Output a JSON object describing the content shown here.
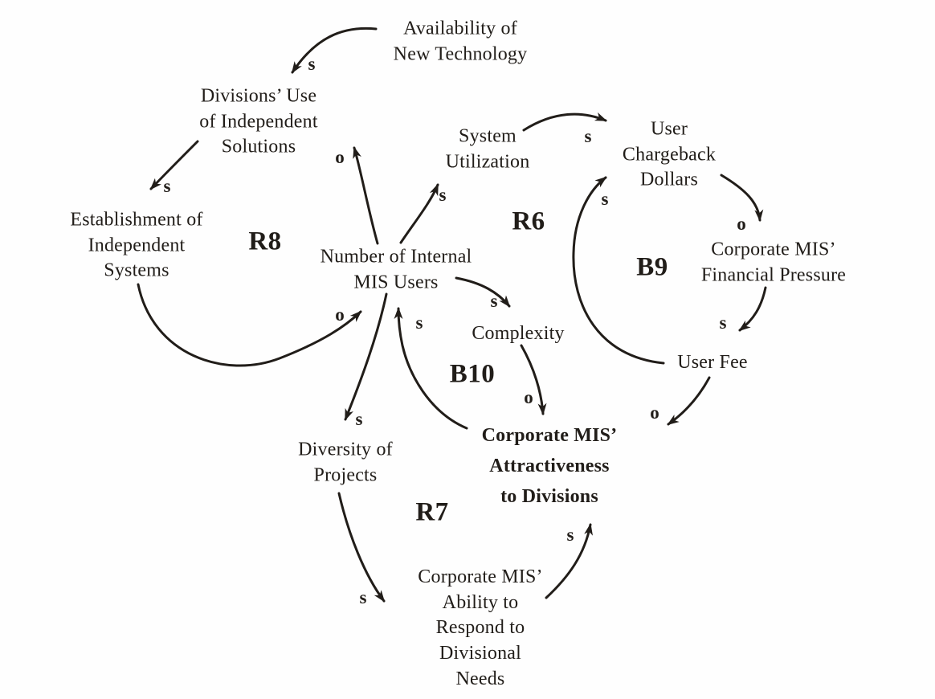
{
  "diagram": {
    "type": "causal-loop-diagram",
    "nodes": [
      {
        "id": "availability-of-new-technology",
        "label": "Availability of\nNew Technology"
      },
      {
        "id": "divisions-use-of-independent-solutions",
        "label": "Divisions’ Use\nof Independent\nSolutions"
      },
      {
        "id": "establishment-of-independent-systems",
        "label": "Establishment of\nIndependent\nSystems"
      },
      {
        "id": "number-of-internal-mis-users",
        "label": "Number of Internal\nMIS Users"
      },
      {
        "id": "system-utilization",
        "label": "System\nUtilization"
      },
      {
        "id": "user-chargeback-dollars",
        "label": "User\nChargeback\nDollars"
      },
      {
        "id": "corporate-mis-financial-pressure",
        "label": "Corporate MIS’\nFinancial Pressure"
      },
      {
        "id": "user-fee",
        "label": "User Fee"
      },
      {
        "id": "complexity",
        "label": "Complexity"
      },
      {
        "id": "corporate-mis-attractiveness-to-divisions",
        "label": "Corporate MIS’\nAttractiveness\nto Divisions"
      },
      {
        "id": "diversity-of-projects",
        "label": "Diversity of\nProjects"
      },
      {
        "id": "corporate-mis-ability-to-respond",
        "label": "Corporate MIS’\nAbility to\nRespond to\nDivisional\nNeeds"
      }
    ],
    "loops": [
      {
        "id": "R8",
        "label": "R8"
      },
      {
        "id": "R6",
        "label": "R6"
      },
      {
        "id": "B9",
        "label": "B9"
      },
      {
        "id": "B10",
        "label": "B10"
      },
      {
        "id": "R7",
        "label": "R7"
      }
    ],
    "links": [
      {
        "from": "availability-of-new-technology",
        "to": "divisions-use-of-independent-solutions",
        "polarity": "s"
      },
      {
        "from": "divisions-use-of-independent-solutions",
        "to": "establishment-of-independent-systems",
        "polarity": "s"
      },
      {
        "from": "establishment-of-independent-systems",
        "to": "number-of-internal-mis-users",
        "polarity": "o"
      },
      {
        "from": "number-of-internal-mis-users",
        "to": "divisions-use-of-independent-solutions",
        "polarity": "o"
      },
      {
        "from": "number-of-internal-mis-users",
        "to": "system-utilization",
        "polarity": "s"
      },
      {
        "from": "system-utilization",
        "to": "user-chargeback-dollars",
        "polarity": "s"
      },
      {
        "from": "user-chargeback-dollars",
        "to": "corporate-mis-financial-pressure",
        "polarity": "o"
      },
      {
        "from": "corporate-mis-financial-pressure",
        "to": "user-fee",
        "polarity": "s"
      },
      {
        "from": "user-fee",
        "to": "user-chargeback-dollars",
        "polarity": "s"
      },
      {
        "from": "user-fee",
        "to": "corporate-mis-attractiveness-to-divisions",
        "polarity": "o"
      },
      {
        "from": "number-of-internal-mis-users",
        "to": "complexity",
        "polarity": "s"
      },
      {
        "from": "complexity",
        "to": "corporate-mis-attractiveness-to-divisions",
        "polarity": "o"
      },
      {
        "from": "corporate-mis-attractiveness-to-divisions",
        "to": "number-of-internal-mis-users",
        "polarity": "s"
      },
      {
        "from": "number-of-internal-mis-users",
        "to": "diversity-of-projects",
        "polarity": "s"
      },
      {
        "from": "diversity-of-projects",
        "to": "corporate-mis-ability-to-respond",
        "polarity": "s"
      },
      {
        "from": "corporate-mis-ability-to-respond",
        "to": "corporate-mis-attractiveness-to-divisions",
        "polarity": "s"
      }
    ],
    "colors": {
      "ink": "#211d19",
      "background": "#fefefe"
    }
  }
}
